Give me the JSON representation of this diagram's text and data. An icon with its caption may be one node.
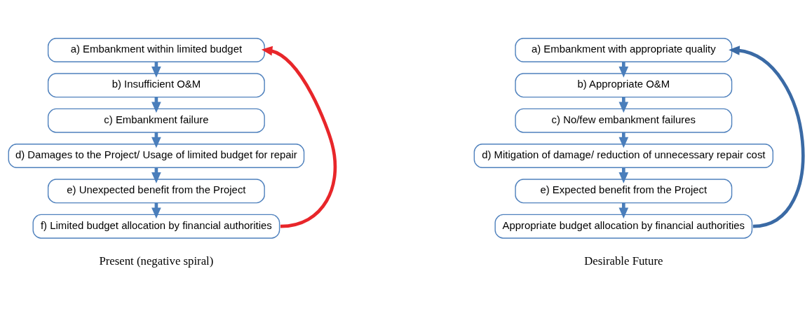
{
  "diagram": {
    "nodes": [
      {
        "text": [
          "a) Embankment within limited budget"
        ]
      },
      {
        "text": [
          "b) Insufficient O&M"
        ]
      },
      {
        "text": [
          "c) Embankment failure"
        ]
      },
      {
        "text": [
          "d) Damages to the Project/ Usage of limited budget for repair"
        ]
      },
      {
        "text": [
          "e) Unexpected benefit from the Project"
        ]
      },
      {
        "text": [
          "f) Limited budget allocation by financial authorities"
        ]
      },
      {
        "text": [
          "a) Embankment with appropriate quality"
        ]
      },
      {
        "text": [
          "b) Appropriate O&M"
        ]
      },
      {
        "text": [
          "c) No/few embankment failures"
        ]
      },
      {
        "text": [
          "d) Mitigation of damage/ reduction of unnecessary repair cost"
        ]
      },
      {
        "text": [
          "e) Expected benefit from the Project"
        ]
      },
      {
        "text": [
          "Appropriate budget allocation by financial authorities"
        ]
      }
    ],
    "edges": [
      {
        "from": 0,
        "to": 1,
        "arrow": "to"
      },
      {
        "from": 1,
        "to": 2,
        "arrow": "to"
      },
      {
        "from": 2,
        "to": 3,
        "arrow": "to"
      },
      {
        "from": 3,
        "to": 4,
        "arrow": "to"
      },
      {
        "from": 4,
        "to": 5,
        "arrow": "to"
      },
      {
        "from": 5,
        "to": 0,
        "arrow": "to",
        "color": "#e8262a"
      },
      {
        "from": 6,
        "to": 7,
        "arrow": "to"
      },
      {
        "from": 7,
        "to": 8,
        "arrow": "to"
      },
      {
        "from": 8,
        "to": 9,
        "arrow": "to"
      },
      {
        "from": 9,
        "to": 10,
        "arrow": "to"
      },
      {
        "from": 10,
        "to": 11,
        "arrow": "to"
      },
      {
        "from": 11,
        "to": 6,
        "arrow": "to",
        "color": "#3a6aa5"
      }
    ],
    "labels": [
      "Present (negative spiral)",
      "Desirable Future"
    ]
  }
}
